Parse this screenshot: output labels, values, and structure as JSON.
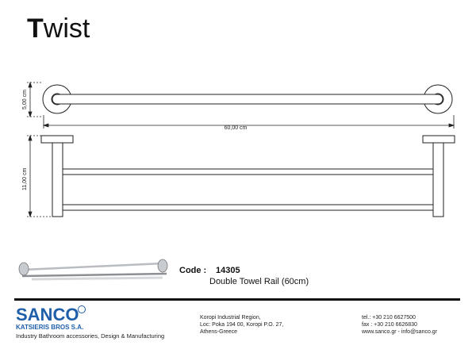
{
  "title": {
    "first_letter": "T",
    "rest": "wist"
  },
  "dimensions": {
    "height_top": "5,00 cm",
    "width": "60,00 cm",
    "height_side": "11,00 cm"
  },
  "product": {
    "code_label": "Code :",
    "code_value": "14305",
    "description": "Double Towel Rail (60cm)"
  },
  "footer": {
    "brand": "SANCO",
    "company": "KATSIERIS BROS S.A.",
    "tagline": "Industry Bathroom accessories, Design & Manufacturing",
    "address": [
      "Koropi Industrial Region,",
      "Loc: Poka 194 00, Koropi P.O. 27,",
      "Athens-Greece"
    ],
    "contact": [
      "tel.: +30 210 6627500",
      "fax : +30 210 6626830",
      "www.sanco.gr  -  info@sanco.gr"
    ]
  }
}
